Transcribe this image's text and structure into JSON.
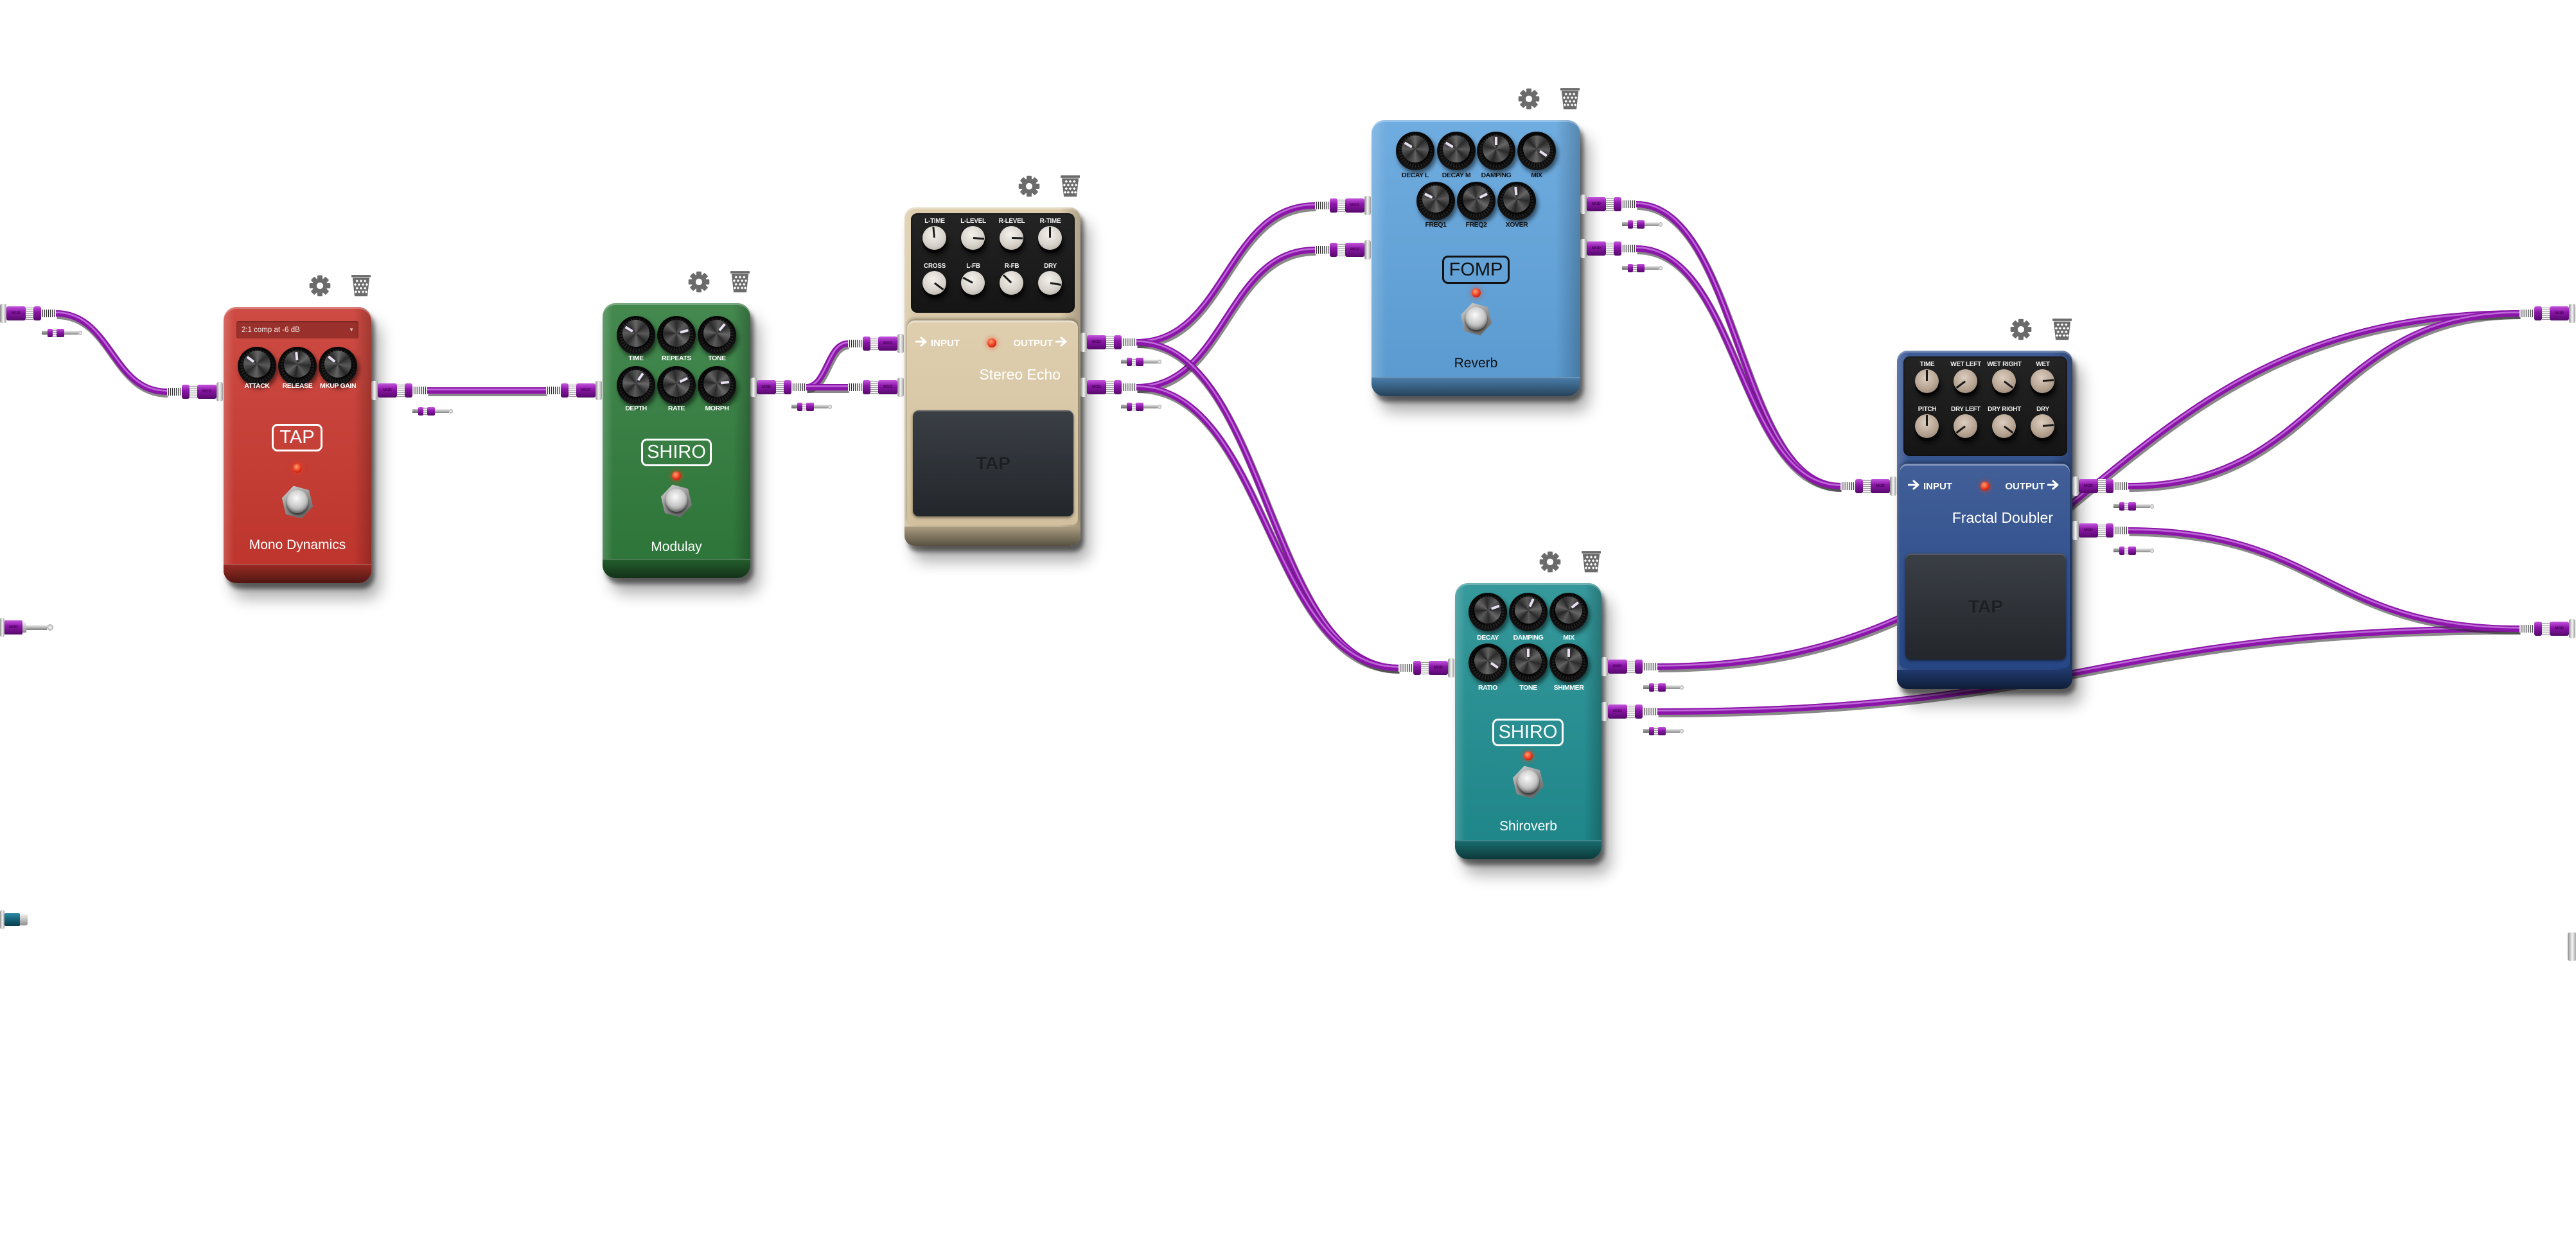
{
  "canvas": {
    "type": "pedalboard"
  },
  "theme": {
    "background": "#ffffff",
    "cable_color": "#8c16a9",
    "cable_highlight": "#c878e2",
    "plug_brand": "MOD",
    "icon_color": "#6b6b6b"
  },
  "system": {
    "capture": [
      {
        "id": "capture_1",
        "kind": "audio",
        "connected": true
      },
      {
        "id": "capture_2",
        "kind": "audio",
        "connected": false
      },
      {
        "id": "midi_capture",
        "kind": "midi",
        "connected": false
      }
    ],
    "playback": [
      {
        "id": "playback_1",
        "kind": "audio",
        "connected": true
      },
      {
        "id": "playback_2",
        "kind": "audio",
        "connected": true
      },
      {
        "id": "midi_playback",
        "kind": "midi",
        "connected": false
      }
    ]
  },
  "pedals": [
    {
      "id": "mono_dynamics",
      "name": "Mono Dynamics",
      "logo": "TAP",
      "style": "compact",
      "body_color": "#c8372e",
      "text_color": "#ffffff",
      "label_color": "#ffffff",
      "preset": {
        "label": "2:1 comp at -6 dB",
        "arrow": "▼"
      },
      "led": "on",
      "actions": [
        "gear-icon",
        "trash-icon"
      ],
      "knobs": [
        {
          "label": "ATTACK",
          "value": 0.3
        },
        {
          "label": "RELEASE",
          "value": 0.48
        },
        {
          "label": "MKUP GAIN",
          "value": 0.31
        }
      ]
    },
    {
      "id": "modulay",
      "name": "Modulay",
      "logo": "SHIRO",
      "style": "compact",
      "body_color": "#2f7b3b",
      "text_color": "#ffffff",
      "label_color": "#ffffff",
      "led": "on",
      "actions": [
        "gear-icon",
        "trash-icon"
      ],
      "knobs": [
        {
          "label": "TIME",
          "value": 0.28
        },
        {
          "label": "REPEATS",
          "value": 0.78
        },
        {
          "label": "TONE",
          "value": 0.65
        },
        {
          "label": "DEPTH",
          "value": 0.63
        },
        {
          "label": "RATE",
          "value": 0.74
        },
        {
          "label": "MORPH",
          "value": 0.81
        }
      ]
    },
    {
      "id": "stereo_echo",
      "name": "Stereo Echo",
      "style": "boss",
      "body_color": "#dac8a4",
      "text_color": "#ffffff",
      "label_color": "#eeeeee",
      "io": {
        "input": "INPUT",
        "output": "OUTPUT"
      },
      "treadle_label": "TAP",
      "led": "on",
      "actions": [
        "gear-icon",
        "trash-icon"
      ],
      "knobs": [
        {
          "label": "L-TIME",
          "value": 0.48
        },
        {
          "label": "L-LEVEL",
          "value": 0.85
        },
        {
          "label": "R-LEVEL",
          "value": 0.84
        },
        {
          "label": "R-TIME",
          "value": 0.5
        },
        {
          "label": "CROSS",
          "value": 0.97
        },
        {
          "label": "L-FB",
          "value": 0.27
        },
        {
          "label": "R-FB",
          "value": 0.33
        },
        {
          "label": "DRY",
          "value": 0.87
        }
      ]
    },
    {
      "id": "reverb",
      "name": "Reverb",
      "logo": "FOMP",
      "style": "compact",
      "body_color": "#5fa3dc",
      "text_color": "#111111",
      "label_color": "#111111",
      "led": "on",
      "actions": [
        "gear-icon",
        "trash-icon"
      ],
      "knobs": [
        {
          "label": "DECAY L",
          "value": 0.28
        },
        {
          "label": "DECAY M",
          "value": 0.28
        },
        {
          "label": "DAMPING",
          "value": 0.5
        },
        {
          "label": "MIX",
          "value": 0.96
        },
        {
          "label": "FREQ1",
          "value": 0.26
        },
        {
          "label": "FREQ2",
          "value": 0.74
        },
        {
          "label": "XOVER",
          "value": 0.48
        }
      ]
    },
    {
      "id": "shiroverb",
      "name": "Shiroverb",
      "logo": "SHIRO",
      "style": "compact",
      "body_color": "#1f8d90",
      "text_color": "#ffffff",
      "label_color": "#ffffff",
      "led": "on",
      "actions": [
        "gear-icon",
        "trash-icon"
      ],
      "knobs": [
        {
          "label": "DECAY",
          "value": 0.76
        },
        {
          "label": "DAMPING",
          "value": 0.59
        },
        {
          "label": "MIX",
          "value": 0.69
        },
        {
          "label": "RATIO",
          "value": 0.96
        },
        {
          "label": "TONE",
          "value": 0.5
        },
        {
          "label": "SHIMMER",
          "value": 0.5
        }
      ]
    },
    {
      "id": "fractal_doubler",
      "name": "Fractal Doubler",
      "style": "boss",
      "body_color": "#28498a",
      "text_color": "#ffffff",
      "label_color": "#eeeeee",
      "io": {
        "input": "INPUT",
        "output": "OUTPUT"
      },
      "treadle_label": "TAP",
      "led": "on",
      "actions": [
        "gear-icon",
        "trash-icon"
      ],
      "knobs": [
        {
          "label": "TIME",
          "value": 0.5
        },
        {
          "label": "WET LEFT",
          "value": 0.03
        },
        {
          "label": "WET RIGHT",
          "value": 0.97
        },
        {
          "label": "WET",
          "value": 0.81
        },
        {
          "label": "PITCH",
          "value": 0.5
        },
        {
          "label": "DRY LEFT",
          "value": 0.03
        },
        {
          "label": "DRY RIGHT",
          "value": 0.97
        },
        {
          "label": "DRY",
          "value": 0.81
        }
      ]
    }
  ],
  "connections": [
    {
      "from": "system:capture_1",
      "to": "mono_dynamics:in1"
    },
    {
      "from": "mono_dynamics:out1",
      "to": "modulay:in1"
    },
    {
      "from": "modulay:out1",
      "to": "stereo_echo:in1"
    },
    {
      "from": "modulay:out1",
      "to": "stereo_echo:in2"
    },
    {
      "from": "stereo_echo:out1",
      "to": "reverb:in1"
    },
    {
      "from": "stereo_echo:out2",
      "to": "reverb:in2"
    },
    {
      "from": "stereo_echo:out1",
      "to": "shiroverb:in1"
    },
    {
      "from": "stereo_echo:out2",
      "to": "shiroverb:in1"
    },
    {
      "from": "reverb:out1",
      "to": "fractal_doubler:in1"
    },
    {
      "from": "reverb:out2",
      "to": "fractal_doubler:in1"
    },
    {
      "from": "shiroverb:out1",
      "to": "system:playback_1"
    },
    {
      "from": "shiroverb:out2",
      "to": "system:playback_2"
    },
    {
      "from": "fractal_doubler:out1",
      "to": "system:playback_1"
    },
    {
      "from": "fractal_doubler:out2",
      "to": "system:playback_2"
    }
  ]
}
